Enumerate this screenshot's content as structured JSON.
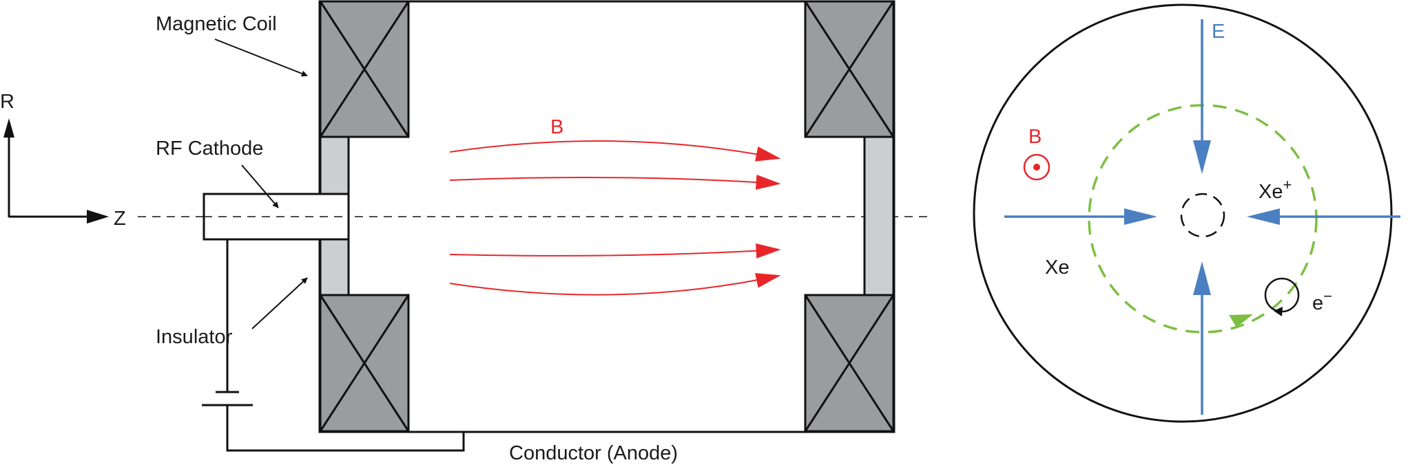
{
  "labels": {
    "magnetic_coil": "Magnetic Coil",
    "rf_cathode": "RF Cathode",
    "insulator": "Insulator",
    "conductor": "Conductor (Anode)",
    "axis_r": "R",
    "axis_z": "Z",
    "field_b": "B",
    "cross_b": "B",
    "cross_e": "E",
    "xe_ion_base": "Xe",
    "xe_ion_charge": "+",
    "xe_neutral": "Xe",
    "electron_base": "e",
    "electron_charge": "−"
  },
  "colors": {
    "line": "#111111",
    "coil_fill": "#9b9c9e",
    "insulator_fill": "#cdcecf",
    "field_b": "#e8262a",
    "field_e": "#4a7fc1",
    "drift": "#7cbf41"
  }
}
